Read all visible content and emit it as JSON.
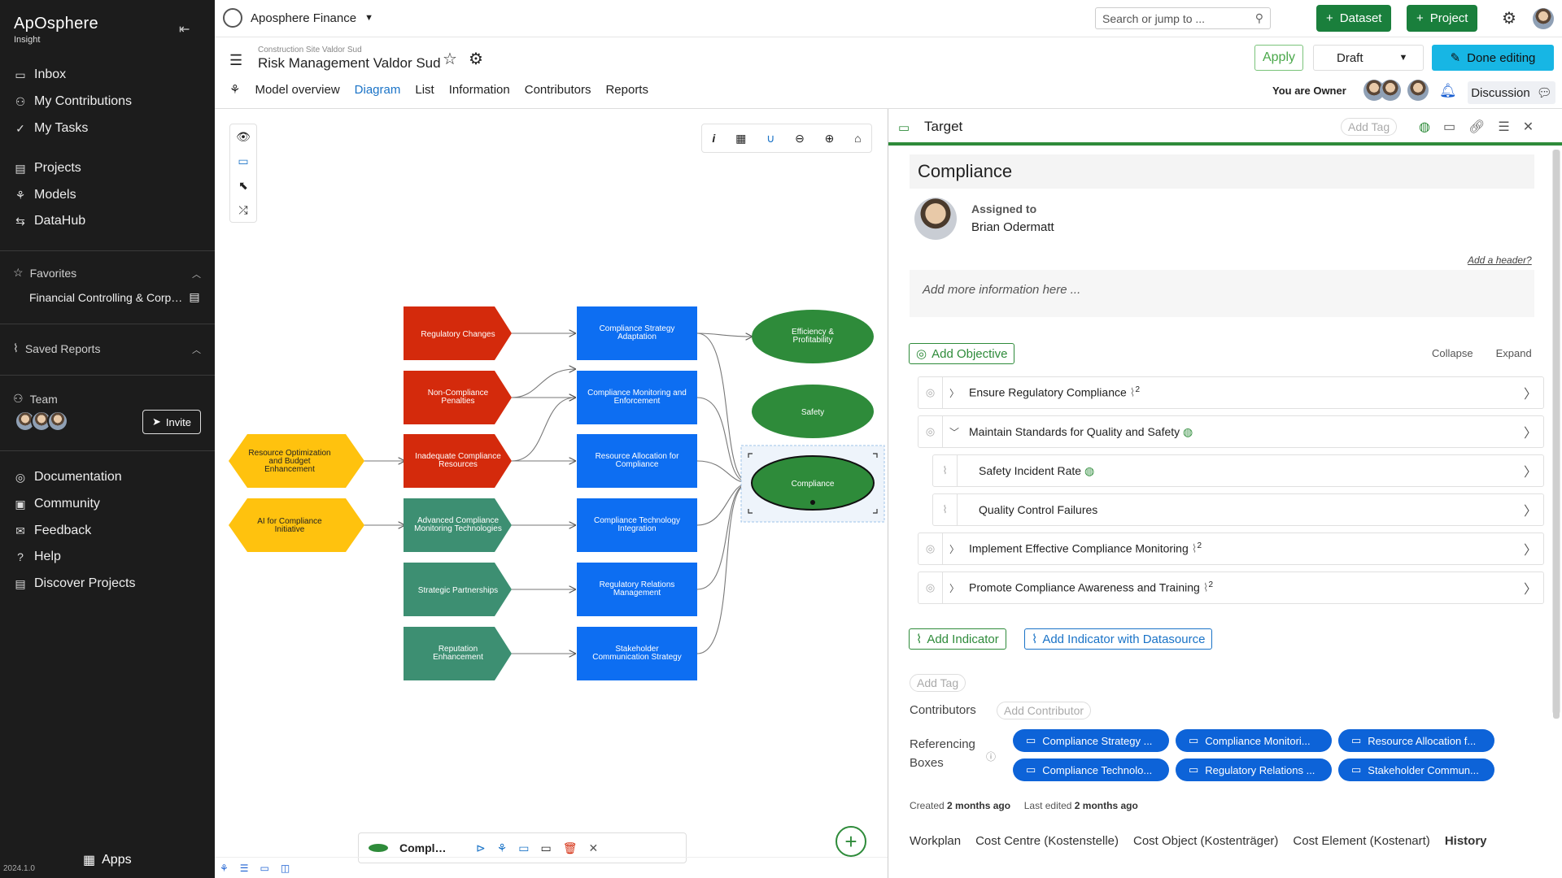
{
  "sidebar": {
    "brand": "ApOsphere",
    "brand_sub": "Insight",
    "nav_top": [
      "Inbox",
      "My Contributions",
      "My Tasks"
    ],
    "nav_mid": [
      "Projects",
      "Models",
      "DataHub"
    ],
    "favorites_label": "Favorites",
    "favorite_item": "Financial Controlling & Corp…",
    "saved_reports_label": "Saved Reports",
    "team_label": "Team",
    "invite_label": "Invite",
    "nav_bottom": [
      "Documentation",
      "Community",
      "Feedback",
      "Help",
      "Discover Projects"
    ],
    "version": "2024.1.0",
    "apps_label": "Apps"
  },
  "topbar": {
    "org": "Aposphere Finance",
    "search_placeholder": "Search or jump to ...",
    "dataset_btn": "Dataset",
    "project_btn": "Project"
  },
  "header": {
    "breadcrumb": "Construction Site Valdor Sud",
    "title": "Risk Management Valdor Sud",
    "apply": "Apply",
    "status": "Draft",
    "done": "Done editing",
    "tabs": [
      "Model overview",
      "Diagram",
      "List",
      "Information",
      "Contributors",
      "Reports"
    ],
    "active_tab": "Diagram",
    "owner": "You are Owner",
    "discussion": "Discussion"
  },
  "diagram": {
    "nodes": {
      "yellow1": "Resource Optimization and Budget Enhancement",
      "yellow2": "AI for Compliance Initiative",
      "red1": "Regulatory Changes",
      "red2": "Non-Compliance Penalties",
      "red3": "Inadequate Compliance Resources",
      "teal1": "Advanced Compliance Monitoring Technologies",
      "teal2": "Strategic Partnerships",
      "teal3": "Reputation Enhancement",
      "blue1": "Compliance Strategy Adaptation",
      "blue2": "Compliance Monitoring and Enforcement",
      "blue3": "Resource Allocation for Compliance",
      "blue4": "Compliance Technology Integration",
      "blue5": "Regulatory Relations Management",
      "blue6": "Stakeholder Communication Strategy",
      "green1": "Efficiency & Profitability",
      "green2": "Safety",
      "green3": "Compliance"
    },
    "selected_label": "Compl…"
  },
  "panel": {
    "type": "Target",
    "add_tag": "Add Tag",
    "name": "Compliance",
    "assigned_label": "Assigned to",
    "assigned_name": "Brian Odermatt",
    "add_header": "Add a header?",
    "info_placeholder": "Add more information here ...",
    "add_objective": "Add Objective",
    "collapse": "Collapse",
    "expand": "Expand",
    "objectives": [
      {
        "label": "Ensure Regulatory Compliance",
        "count": "2"
      },
      {
        "label": "Maintain Standards for Quality and Safety",
        "count": ""
      },
      {
        "label": "Safety Incident Rate",
        "count": ""
      },
      {
        "label": "Quality Control Failures",
        "count": ""
      },
      {
        "label": "Implement Effective Compliance Monitoring",
        "count": "2"
      },
      {
        "label": "Promote Compliance Awareness and Training",
        "count": "2"
      }
    ],
    "add_indicator": "Add Indicator",
    "add_indicator_ds": "Add Indicator with Datasource",
    "add_tag2": "Add Tag",
    "contributors_label": "Contributors",
    "add_contributor": "Add Contributor",
    "referencing_label_1": "Referencing",
    "referencing_label_2": "Boxes",
    "refs": [
      "Compliance Strategy ...",
      "Compliance Monitori...",
      "Resource Allocation f...",
      "Compliance Technolo...",
      "Regulatory Relations ...",
      "Stakeholder Commun..."
    ],
    "created_label": "Created",
    "created_value": "2 months ago",
    "edited_label": "Last edited",
    "edited_value": "2 months ago",
    "bottom_tabs": [
      "Workplan",
      "Cost Centre (Kostenstelle)",
      "Cost Object (Kostenträger)",
      "Cost Element (Kostenart)",
      "History"
    ],
    "active_bottom_tab": "History"
  },
  "colors": {
    "accent_green": "#2e8b3a",
    "blue": "#0d63d8",
    "red": "#d42a0c",
    "teal": "#3d8f72",
    "yellow": "#ffc20e",
    "cyan": "#17b6e4"
  }
}
